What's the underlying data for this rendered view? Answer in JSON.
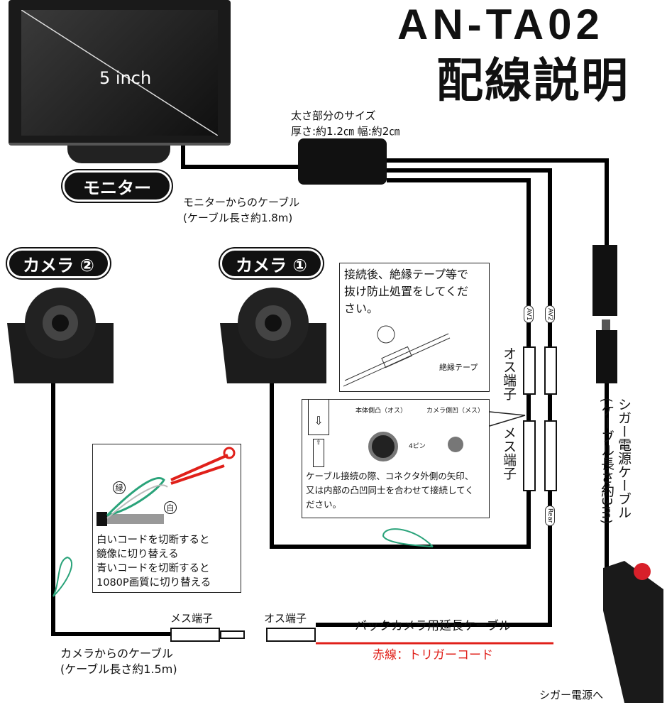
{
  "title": {
    "model": "AN-TA02",
    "subtitle": "配線説明"
  },
  "monitor": {
    "screen_label": "5 inch",
    "badge": "モニター",
    "cable_label": "モニターからのケーブル",
    "cable_length": "(ケーブル長さ約1.8m)"
  },
  "junction": {
    "label": "太さ部分のサイズ",
    "size": "厚さ:約1.2㎝ 幅:約2㎝"
  },
  "cameras": [
    {
      "badge": "カメラ ②"
    },
    {
      "badge": "カメラ ①"
    }
  ],
  "tape_note": {
    "text_lines": [
      "接続後、絶縁テープ等で",
      "抜け防止処置をしてくだ",
      "さい。"
    ],
    "tape_label": "絶縁テープ"
  },
  "connector_note": {
    "male_side": "本体側凸（オス）",
    "female_side": "カメラ側凹（メス）",
    "pins": "4ピン",
    "text_lines": [
      "ケーブル接続の際、コネクタ外側の矢印、",
      "又は内部の凸凹同士を合わせて接続してく",
      "ださい。"
    ]
  },
  "wire_tags": {
    "av1": "AV1",
    "av2": "AV2",
    "rear": "Rear"
  },
  "terminals": {
    "male": "オス端子",
    "female": "メス端子"
  },
  "cut_note": {
    "green": "緑",
    "white": "白",
    "text_lines": [
      "白いコードを切断すると",
      "鏡像に切り替える",
      "青いコードを切断すると",
      "1080P画質に切り替える"
    ]
  },
  "power": {
    "label": "シガー電源ケーブル",
    "length": "(ケーブル長さ約3m)",
    "to_socket": "シガー電源へ"
  },
  "bottom": {
    "female_terminal": "メス端子",
    "male_terminal": "オス端子",
    "extension": "バックカメラ用延長ケーブル",
    "trigger": "赤線：トリガーコード",
    "camera_cable": "カメラからのケーブル",
    "camera_cable_length": "(ケーブル長さ約1.5m)"
  },
  "colors": {
    "trigger": "#e0201a",
    "wire": "#000000",
    "green_wire": "#2aa37a"
  }
}
